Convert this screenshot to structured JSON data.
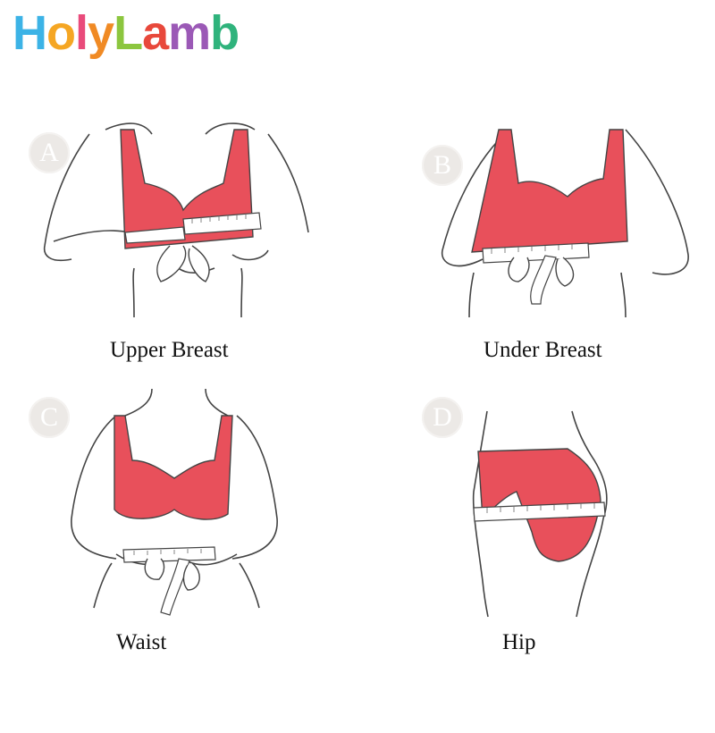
{
  "brand": {
    "letters": [
      {
        "ch": "H",
        "color": "#3cb3e6"
      },
      {
        "ch": "o",
        "color": "#f5a623"
      },
      {
        "ch": "l",
        "color": "#e94b7b"
      },
      {
        "ch": "y",
        "color": "#f08a24"
      },
      {
        "ch": "L",
        "color": "#8cc63f"
      },
      {
        "ch": "a",
        "color": "#e8483b"
      },
      {
        "ch": "m",
        "color": "#9b59b6"
      },
      {
        "ch": "b",
        "color": "#2fb37c"
      }
    ]
  },
  "colors": {
    "garment": "#e8505b",
    "outline": "#444444",
    "tape": "#ffffff",
    "badge": "#ece9e6"
  },
  "panels": [
    {
      "badge": "A",
      "caption": "Upper Breast"
    },
    {
      "badge": "B",
      "caption": "Under Breast"
    },
    {
      "badge": "C",
      "caption": "Waist"
    },
    {
      "badge": "D",
      "caption": "Hip"
    }
  ]
}
